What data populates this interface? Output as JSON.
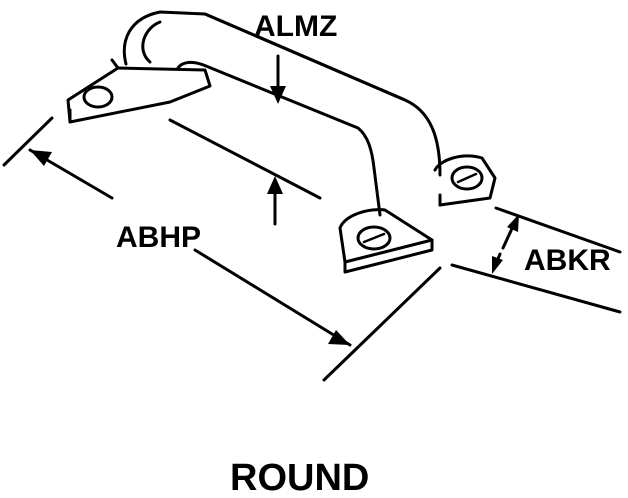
{
  "diagram": {
    "caption": "ROUND",
    "dimensions": {
      "alm": "ALMZ",
      "abhp": "ABHP",
      "abkr": "ABKR"
    }
  }
}
